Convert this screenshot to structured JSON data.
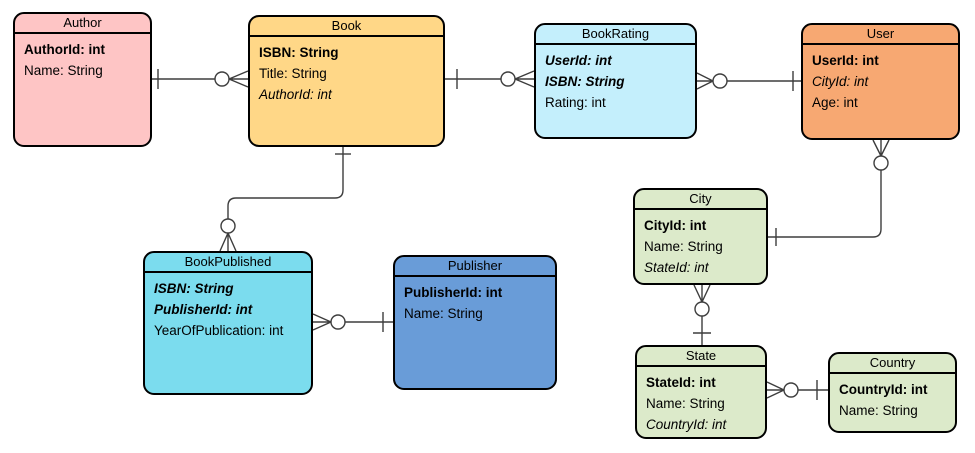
{
  "diagram": {
    "type": "entity-relationship",
    "notation": "crows-foot",
    "colors": {
      "background": "#ffffff",
      "entity_border": "#000000",
      "connector_line": "#3d3d3d",
      "text": "#000000"
    },
    "entities": [
      {
        "id": "author",
        "title": "Author",
        "fill": "#FEC5C5",
        "fields": [
          {
            "text": "AuthorId: int",
            "bold": true,
            "italic": false
          },
          {
            "text": "Name: String",
            "bold": false,
            "italic": false
          }
        ]
      },
      {
        "id": "book",
        "title": "Book",
        "fill": "#FFD787",
        "fields": [
          {
            "text": "ISBN: String",
            "bold": true,
            "italic": false
          },
          {
            "text": "Title: String",
            "bold": false,
            "italic": false
          },
          {
            "text": "AuthorId: int",
            "bold": false,
            "italic": true
          }
        ]
      },
      {
        "id": "bookrating",
        "title": "BookRating",
        "fill": "#C4EFFC",
        "fields": [
          {
            "text": "UserId: int",
            "bold": true,
            "italic": true
          },
          {
            "text": "ISBN: String",
            "bold": true,
            "italic": true
          },
          {
            "text": "Rating: int",
            "bold": false,
            "italic": false
          }
        ]
      },
      {
        "id": "user",
        "title": "User",
        "fill": "#F7A872",
        "fields": [
          {
            "text": "UserId: int",
            "bold": true,
            "italic": false
          },
          {
            "text": "CityId: int",
            "bold": false,
            "italic": true
          },
          {
            "text": "Age: int",
            "bold": false,
            "italic": false
          }
        ]
      },
      {
        "id": "city",
        "title": "City",
        "fill": "#DCEACA",
        "fields": [
          {
            "text": "CityId: int",
            "bold": true,
            "italic": false
          },
          {
            "text": "Name: String",
            "bold": false,
            "italic": false
          },
          {
            "text": "StateId: int",
            "bold": false,
            "italic": true
          }
        ]
      },
      {
        "id": "bookpublished",
        "title": "BookPublished",
        "fill": "#7BDCEE",
        "fields": [
          {
            "text": "ISBN: String",
            "bold": true,
            "italic": true
          },
          {
            "text": "PublisherId: int",
            "bold": true,
            "italic": true
          },
          {
            "text": "YearOfPublication: int",
            "bold": false,
            "italic": false
          }
        ]
      },
      {
        "id": "publisher",
        "title": "Publisher",
        "fill": "#699CD8",
        "fields": [
          {
            "text": "PublisherId: int",
            "bold": true,
            "italic": false
          },
          {
            "text": "Name: String",
            "bold": false,
            "italic": false
          }
        ]
      },
      {
        "id": "state",
        "title": "State",
        "fill": "#DCEACA",
        "fields": [
          {
            "text": "StateId: int",
            "bold": true,
            "italic": false
          },
          {
            "text": "Name: String",
            "bold": false,
            "italic": false
          },
          {
            "text": "CountryId: int",
            "bold": false,
            "italic": true
          }
        ]
      },
      {
        "id": "country",
        "title": "Country",
        "fill": "#DCEACA",
        "fields": [
          {
            "text": "CountryId: int",
            "bold": true,
            "italic": false
          },
          {
            "text": "Name: String",
            "bold": false,
            "italic": false
          }
        ]
      }
    ],
    "relationships": [
      {
        "from": "Author",
        "to": "Book",
        "from_end": "one",
        "to_end": "zero-or-many"
      },
      {
        "from": "Book",
        "to": "BookRating",
        "from_end": "one",
        "to_end": "zero-or-many"
      },
      {
        "from": "User",
        "to": "BookRating",
        "from_end": "one",
        "to_end": "zero-or-many"
      },
      {
        "from": "Book",
        "to": "BookPublished",
        "from_end": "one",
        "to_end": "zero-or-many"
      },
      {
        "from": "Publisher",
        "to": "BookPublished",
        "from_end": "one",
        "to_end": "zero-or-many"
      },
      {
        "from": "City",
        "to": "User",
        "from_end": "one",
        "to_end": "zero-or-many"
      },
      {
        "from": "State",
        "to": "City",
        "from_end": "one",
        "to_end": "zero-or-many"
      },
      {
        "from": "Country",
        "to": "State",
        "from_end": "one",
        "to_end": "zero-or-many"
      }
    ]
  }
}
